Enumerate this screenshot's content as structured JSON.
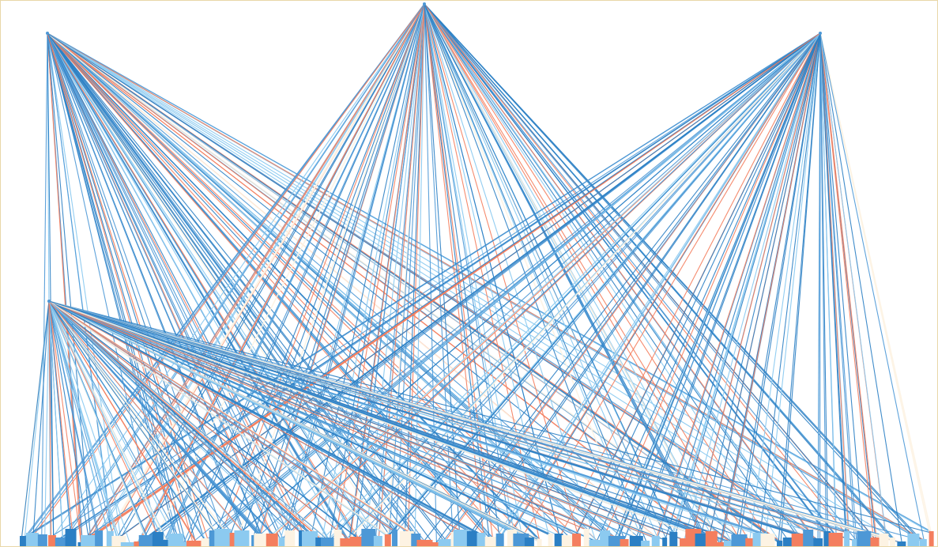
{
  "diagram": {
    "type": "bipartite-network",
    "palette": {
      "dark_blue": "#2b7fc4",
      "mid_blue": "#4d98d6",
      "light_blue": "#8ccaf0",
      "salmon": "#f47e5e",
      "cream": "#fdf3e3",
      "frame": "#e9d7a8"
    },
    "hubs": [
      {
        "id": "hub-top-left"
      },
      {
        "id": "hub-top-center"
      },
      {
        "id": "hub-top-right"
      },
      {
        "id": "hub-mid-left"
      }
    ],
    "leaf_row": {
      "count": 96
    },
    "edge_colors": [
      "dark_blue",
      "mid_blue",
      "light_blue",
      "salmon",
      "cream"
    ]
  }
}
